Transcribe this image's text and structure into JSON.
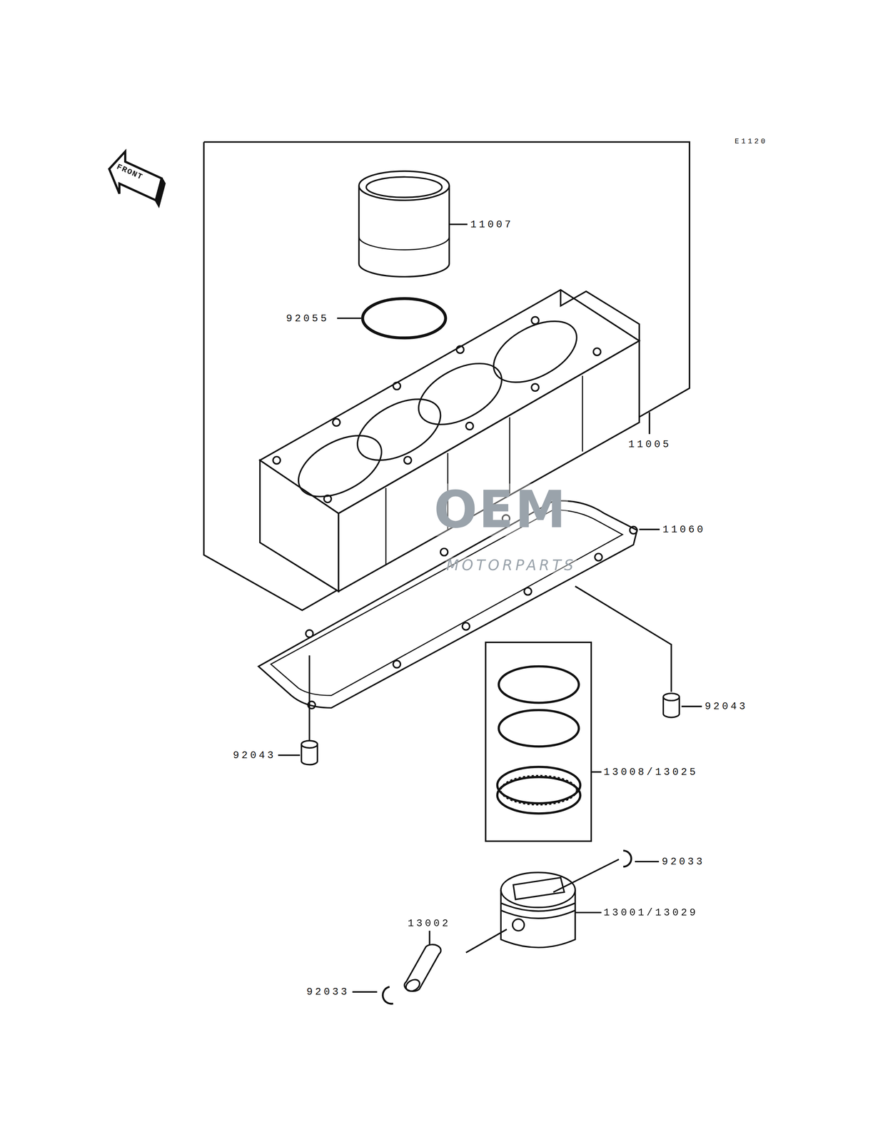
{
  "diagram": {
    "labels": [
      "E1120",
      "FRONT",
      "11007",
      "92055",
      "11005",
      "OEM",
      "MOTORPARTS",
      "11060",
      "92043",
      "92043",
      "13008/13025",
      "92033",
      "13001/13029",
      "13002",
      "92033"
    ]
  }
}
